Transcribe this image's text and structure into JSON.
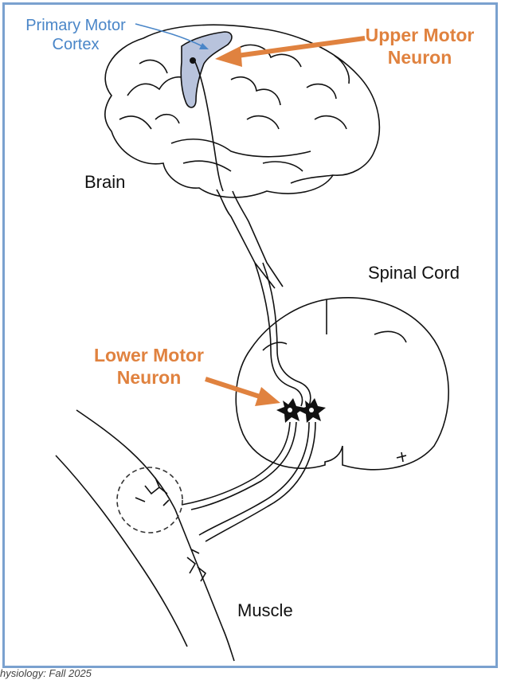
{
  "labels": {
    "primary_motor_cortex_line1": "Primary Motor",
    "primary_motor_cortex_line2": "Cortex",
    "upper_motor_neuron_line1": "Upper Motor",
    "upper_motor_neuron_line2": "Neuron",
    "brain": "Brain",
    "spinal_cord": "Spinal Cord",
    "lower_motor_neuron_line1": "Lower Motor",
    "lower_motor_neuron_line2": "Neuron",
    "muscle": "Muscle"
  },
  "footer": "hysiology: Fall 2025",
  "colors": {
    "frame_border": "#7aa1cf",
    "cortex_fill": "#b8c3dc",
    "blue_label": "#4a86c8",
    "orange_label": "#e0823f",
    "line_art": "#111111"
  }
}
